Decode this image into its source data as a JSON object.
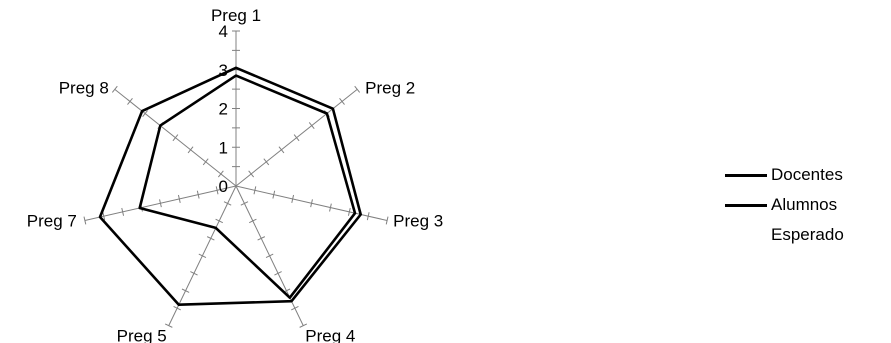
{
  "chart_data": {
    "type": "radar",
    "categories": [
      "Preg 1",
      "Preg 2",
      "Preg 3",
      "Preg 4",
      "Preg 5",
      "Preg 7",
      "Preg 8"
    ],
    "ticks": [
      0,
      1,
      2,
      3,
      4
    ],
    "rmax": 4,
    "series": [
      {
        "name": "Docentes",
        "values": [
          3.05,
          3.2,
          3.3,
          3.3,
          3.4,
          3.6,
          3.1
        ]
      },
      {
        "name": "Alumnos",
        "values": [
          2.85,
          3.0,
          3.15,
          3.2,
          1.2,
          2.55,
          2.5
        ]
      },
      {
        "name": "Esperado",
        "values": []
      }
    ],
    "legend_position": "right",
    "colors": {
      "line": "#000000",
      "axis": "#808080"
    }
  }
}
